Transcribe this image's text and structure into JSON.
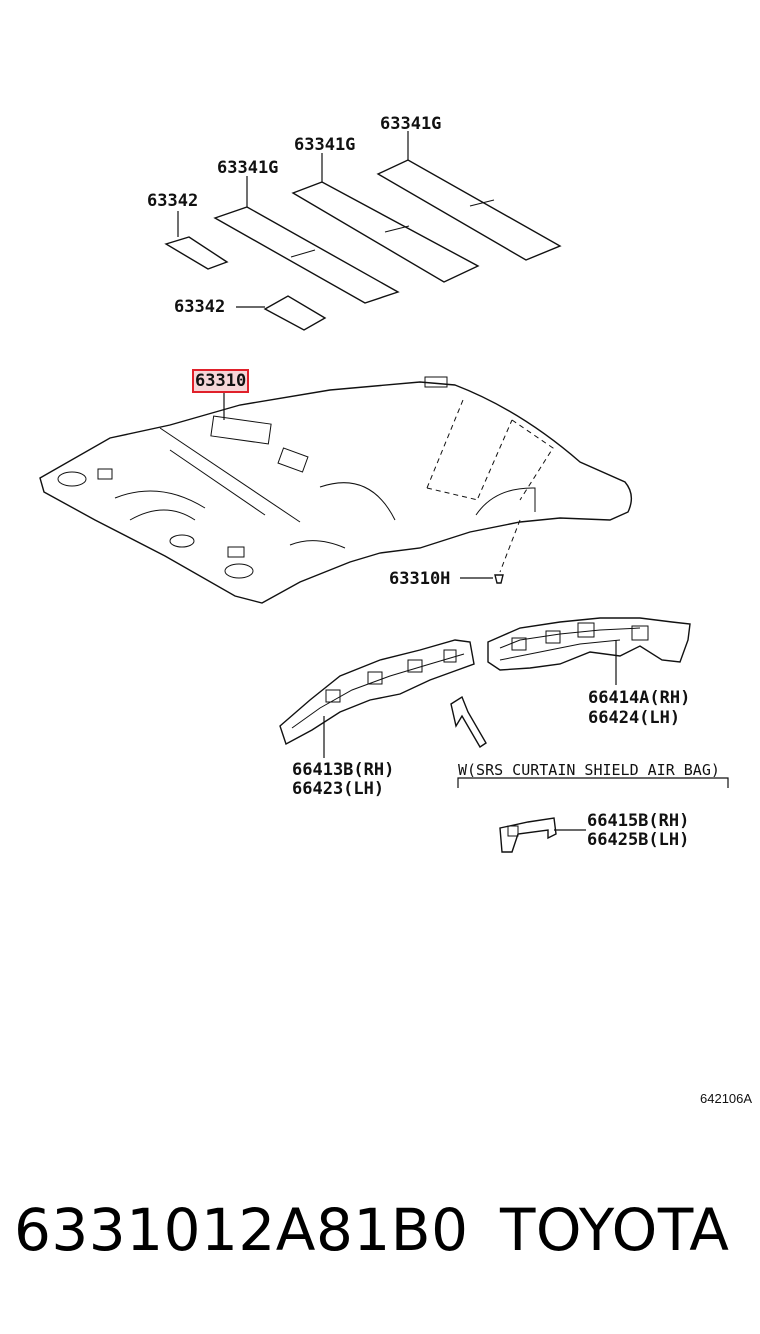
{
  "labels": {
    "pad_g_top": "63341G",
    "pad_g_mid": "63341G",
    "pad_g_left": "63341G",
    "pad_small_top": "63342",
    "pad_small_bottom": "63342",
    "headliner": "63310",
    "clip": "63310H",
    "bracket_rear_rh": "66414A(RH)",
    "bracket_rear_lh": "66424(LH)",
    "bracket_front_rh": "66413B(RH)",
    "bracket_front_lh": "66423(LH)",
    "bracket_small_rh": "66415B(RH)",
    "bracket_small_lh": "66425B(LH)",
    "condition_note": "W(SRS CURTAIN SHIELD AIR BAG)"
  },
  "diagram_code": "642106A",
  "footer": {
    "part_number": "6331012A81B0",
    "brand": "TOYOTA"
  },
  "highlight_color": "#e0202a"
}
